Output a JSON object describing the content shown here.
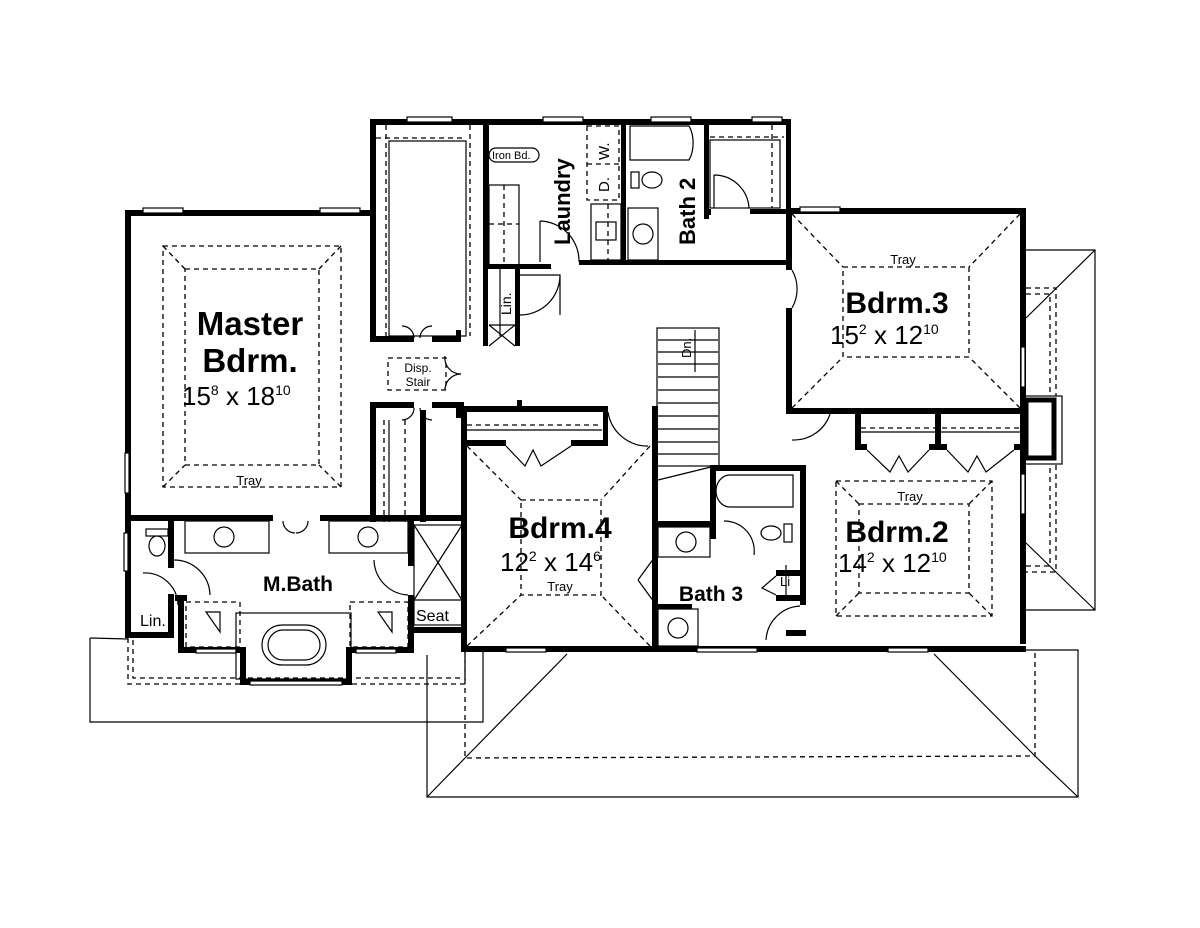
{
  "plan": {
    "title": "Second Floor Plan",
    "rooms": {
      "master": {
        "name_line1": "Master",
        "name_line2": "Bdrm.",
        "dim_a": "15",
        "dim_a_in": "8",
        "dim_x": "x",
        "dim_b": "18",
        "dim_b_in": "10",
        "ceiling": "Tray"
      },
      "bdrm3": {
        "name": "Bdrm.3",
        "dim_a": "15",
        "dim_a_in": "2",
        "dim_x": "x",
        "dim_b": "12",
        "dim_b_in": "10",
        "ceiling": "Tray"
      },
      "bdrm4": {
        "name": "Bdrm.4",
        "dim_a": "12",
        "dim_a_in": "2",
        "dim_x": "x",
        "dim_b": "14",
        "dim_b_in": "6",
        "ceiling": "Tray"
      },
      "bdrm2": {
        "name": "Bdrm.2",
        "dim_a": "14",
        "dim_a_in": "2",
        "dim_x": "x",
        "dim_b": "12",
        "dim_b_in": "10",
        "ceiling": "Tray"
      },
      "mbath": {
        "name": "M.Bath"
      },
      "bath2": {
        "name": "Bath 2"
      },
      "bath3": {
        "name": "Bath 3"
      },
      "laundry": {
        "name": "Laundry"
      }
    },
    "labels": {
      "iron_board": "Iron Bd.",
      "dryer": "D.",
      "washer": "W.",
      "linen_upper": "Lin.",
      "linen_mbath": "Lin.",
      "linen_bath3": "Li",
      "seat": "Seat",
      "disp_stair_1": "Disp.",
      "disp_stair_2": "Stair",
      "stair_down": "Dn."
    }
  }
}
